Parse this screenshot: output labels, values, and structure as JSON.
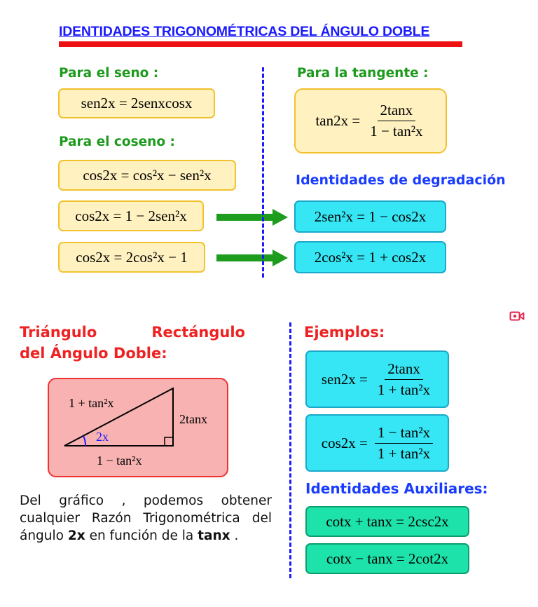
{
  "title": "IDENTIDADES TRIGONOMÉTRICAS DEL ÁNGULO DOBLE",
  "left_top": {
    "seno_heading": "Para el seno :",
    "seno_formula": "sen2x = 2senxcosx",
    "coseno_heading": "Para el coseno :",
    "cos_formula_1": "cos2x = cos²x − sen²x",
    "cos_formula_2": "cos2x = 1 − 2sen²x",
    "cos_formula_3": "cos2x = 2cos²x − 1"
  },
  "right_top": {
    "tangente_heading": "Para la tangente :",
    "tan_lhs": "tan2x =",
    "tan_num": "2tanx",
    "tan_den": "1 − tan²x",
    "degradacion_heading": "Identidades de degradación",
    "degr_1": "2sen²x = 1 − cos2x",
    "degr_2": "2cos²x = 1 + cos2x"
  },
  "triangle_section": {
    "heading_line1_a": "Triángulo",
    "heading_line1_b": "Rectángulo",
    "heading_line2": "del Ángulo Doble:",
    "hyp": "1 + tan²x",
    "opposite": "2tanx",
    "adjacent": "1 − tan²x",
    "angle": "2x",
    "paragraph_1": "Del gráfico , podemos obtener cualquier Razón Trigonométrica del ángulo ",
    "paragraph_bold_1": "2x",
    "paragraph_2": " en función de la ",
    "paragraph_bold_2": "tanx",
    "paragraph_3": " ."
  },
  "ejemplos": {
    "heading": "Ejemplos:",
    "ex1_lhs": "sen2x =",
    "ex1_num": "2tanx",
    "ex1_den": "1 + tan²x",
    "ex2_lhs": "cos2x =",
    "ex2_num": "1 − tan²x",
    "ex2_den": "1 + tan²x",
    "aux_heading": "Identidades Auxiliares:",
    "aux_1": "cotx + tanx = 2csc2x",
    "aux_2": "cotx − tanx = 2cot2x"
  },
  "colors": {
    "title_blue": "#1a1aff",
    "green": "#1c9a1c",
    "red": "#ee2222",
    "yellow_box": "#fff2c0",
    "cyan_box": "#37e6f4",
    "mint_box": "#1de3ab",
    "arrow": "#1e9c1e"
  },
  "icons": [
    "video-camera-icon",
    "arrow-right-icon"
  ]
}
